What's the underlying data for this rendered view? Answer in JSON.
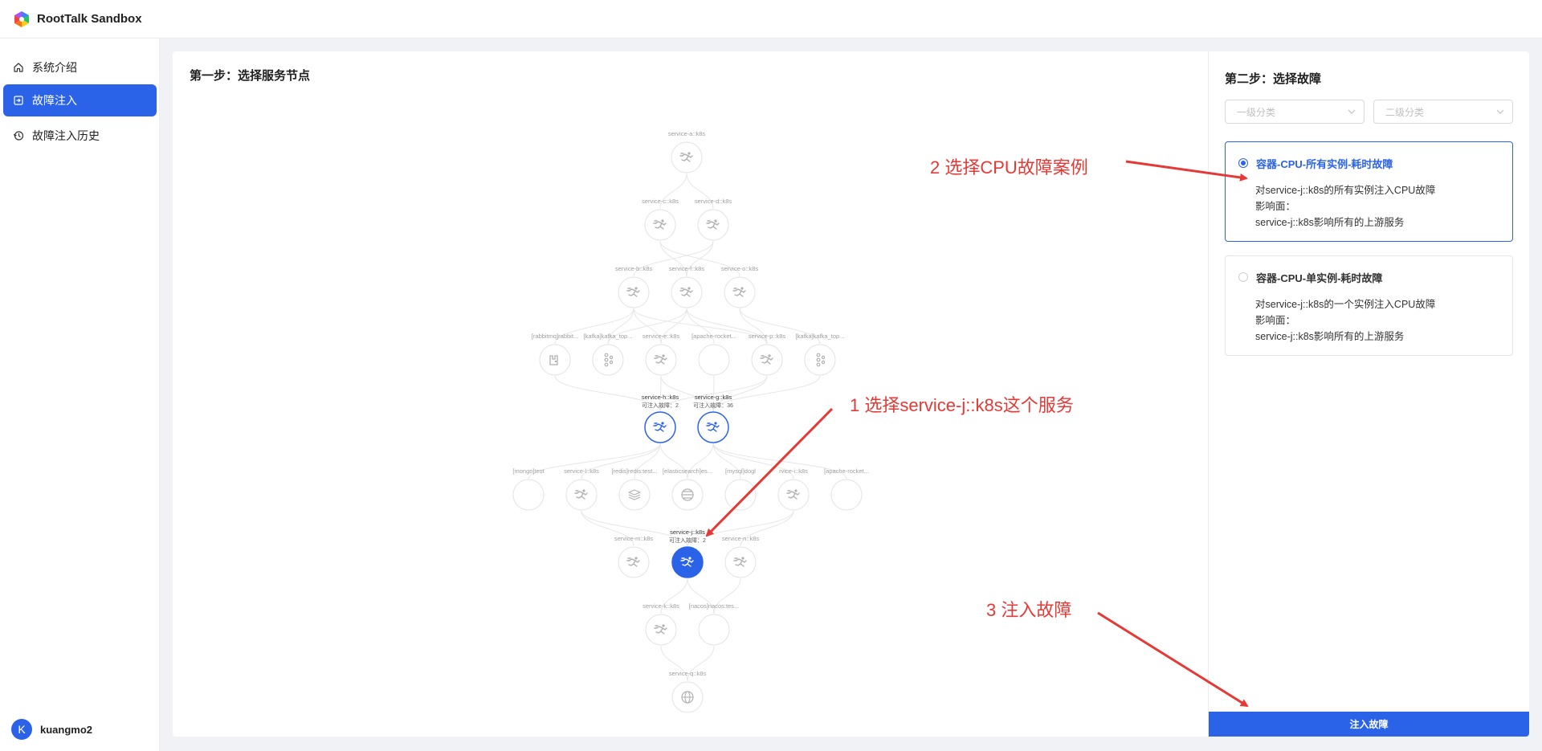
{
  "app": {
    "title": "RootTalk Sandbox"
  },
  "sidebar": {
    "items": [
      {
        "label": "系统介绍",
        "icon": "home-icon"
      },
      {
        "label": "故障注入",
        "icon": "import-icon",
        "active": true
      },
      {
        "label": "故障注入历史",
        "icon": "history-icon"
      }
    ],
    "user": {
      "initial": "K",
      "name": "kuangmo2"
    }
  },
  "step1": {
    "title": "第一步：选择服务节点"
  },
  "step2": {
    "title": "第二步：选择故障",
    "select_level1_placeholder": "一级分类",
    "select_level2_placeholder": "二级分类",
    "faults": [
      {
        "title": "容器-CPU-所有实例-耗时故障",
        "line1": "对service-j::k8s的所有实例注入CPU故障",
        "line2": "影响面：",
        "line3": "service-j::k8s影响所有的上游服务",
        "selected": true
      },
      {
        "title": "容器-CPU-单实例-耗时故障",
        "line1": "对service-j::k8s的一个实例注入CPU故障",
        "line2": "影响面：",
        "line3": "service-j::k8s影响所有的上游服务",
        "selected": false
      }
    ],
    "inject_button": "注入故障"
  },
  "annotations": {
    "a1": "1  选择service-j::k8s这个服务",
    "a2": "2  选择CPU故障案例",
    "a3": "3 注入故障"
  },
  "colors": {
    "primary": "#2b63e8",
    "annotation": "#e53935",
    "node_border": "#e2e2e2",
    "node_icon": "#b0b0b0"
  },
  "graph": {
    "nodes": [
      {
        "id": "a",
        "label": "service-a::k8s",
        "icon": "runner-icon"
      },
      {
        "id": "c",
        "label": "service-c::k8s",
        "icon": "runner-icon"
      },
      {
        "id": "d",
        "label": "service-d::k8s",
        "icon": "runner-icon"
      },
      {
        "id": "b",
        "label": "service-b::k8s",
        "icon": "runner-icon"
      },
      {
        "id": "f",
        "label": "service-f::k8s",
        "icon": "runner-icon"
      },
      {
        "id": "o",
        "label": "service-o::k8s",
        "icon": "runner-icon"
      },
      {
        "id": "rabbit",
        "label": "[rabbitmq]rabbit...",
        "icon": "rabbitmq-icon"
      },
      {
        "id": "kafka1",
        "label": "[kafka]kafka_top...",
        "icon": "kafka-icon"
      },
      {
        "id": "e",
        "label": "service-e::k8s",
        "icon": "runner-icon"
      },
      {
        "id": "rocket1",
        "label": "[apache-rocket...",
        "icon": "rocket-icon"
      },
      {
        "id": "p",
        "label": "service-p::k8s",
        "icon": "runner-icon"
      },
      {
        "id": "kafka2",
        "label": "[kafka]kafka_top...",
        "icon": "kafka-icon"
      },
      {
        "id": "h",
        "label": "service-h::k8s",
        "sub": "可注入故障：2",
        "icon": "runner-icon",
        "state": "highlight"
      },
      {
        "id": "g",
        "label": "service-g::k8s",
        "sub": "可注入故障：36",
        "icon": "runner-icon",
        "state": "highlight"
      },
      {
        "id": "mongo",
        "label": "[mongo]test",
        "icon": "mongo-icon"
      },
      {
        "id": "l",
        "label": "service-l::k8s",
        "icon": "runner-icon"
      },
      {
        "id": "redis",
        "label": "[redis]redis:test...",
        "icon": "layers-icon"
      },
      {
        "id": "es",
        "label": "[elasticsearch]es...",
        "icon": "elasticsearch-icon"
      },
      {
        "id": "mysql",
        "label": "[mysql]dogl",
        "icon": "mysql-icon"
      },
      {
        "id": "i",
        "label": "rvice-i::k8s",
        "icon": "runner-icon"
      },
      {
        "id": "rocket2",
        "label": "[apache-rocket...",
        "icon": "rocket-icon"
      },
      {
        "id": "m",
        "label": "service-m::k8s",
        "icon": "runner-icon"
      },
      {
        "id": "j",
        "label": "service-j::k8s",
        "sub": "可注入故障：2",
        "icon": "runner-icon",
        "state": "selected"
      },
      {
        "id": "n",
        "label": "service-n::k8s",
        "icon": "runner-icon"
      },
      {
        "id": "k",
        "label": "service-k::k8s",
        "icon": "runner-icon"
      },
      {
        "id": "nacos",
        "label": "[nacos]nacos:tes...",
        "icon": "infinity-icon"
      },
      {
        "id": "q",
        "label": "service-q::k8s",
        "icon": "globe-icon"
      }
    ],
    "edges": [
      [
        "a",
        "c"
      ],
      [
        "a",
        "d"
      ],
      [
        "c",
        "f"
      ],
      [
        "d",
        "b"
      ],
      [
        "c",
        "o"
      ],
      [
        "d",
        "f"
      ],
      [
        "b",
        "rabbit"
      ],
      [
        "b",
        "kafka1"
      ],
      [
        "b",
        "e"
      ],
      [
        "f",
        "e"
      ],
      [
        "f",
        "rocket1"
      ],
      [
        "f",
        "p"
      ],
      [
        "o",
        "p"
      ],
      [
        "o",
        "kafka2"
      ],
      [
        "b",
        "p"
      ],
      [
        "f",
        "kafka1"
      ],
      [
        "e",
        "h"
      ],
      [
        "e",
        "g"
      ],
      [
        "p",
        "g"
      ],
      [
        "p",
        "h"
      ],
      [
        "kafka2",
        "g"
      ],
      [
        "rabbit",
        "h"
      ],
      [
        "rocket1",
        "g"
      ],
      [
        "h",
        "l"
      ],
      [
        "h",
        "mongo"
      ],
      [
        "h",
        "redis"
      ],
      [
        "g",
        "es"
      ],
      [
        "g",
        "mysql"
      ],
      [
        "g",
        "i"
      ],
      [
        "g",
        "rocket2"
      ],
      [
        "h",
        "es"
      ],
      [
        "l",
        "m"
      ],
      [
        "l",
        "j"
      ],
      [
        "i",
        "n"
      ],
      [
        "i",
        "j"
      ],
      [
        "j",
        "k"
      ],
      [
        "j",
        "nacos"
      ],
      [
        "n",
        "nacos"
      ],
      [
        "k",
        "q"
      ],
      [
        "nacos",
        "q"
      ]
    ]
  }
}
